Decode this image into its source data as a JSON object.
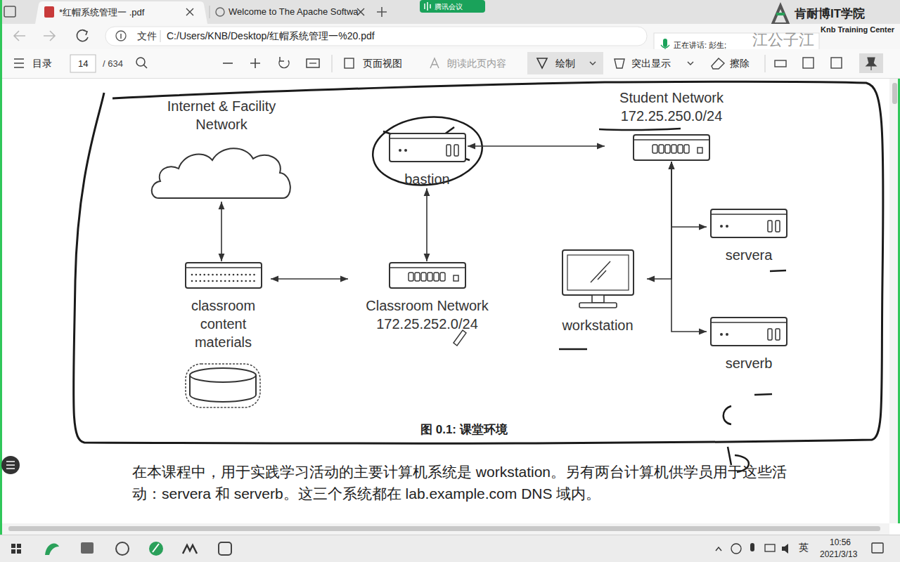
{
  "diagram": {
    "caption": "图 0.1: 课堂环境",
    "nodes": [
      {
        "text": [
          "Internet & Facility Network"
        ]
      },
      {
        "text": [
          "bastion"
        ]
      },
      {
        "text": [
          "Student Network 172.25.250.0/24"
        ]
      },
      {
        "text": [
          "servera"
        ]
      },
      {
        "text": [
          "classroom content materials"
        ]
      },
      {
        "text": [
          "Classroom Network 172.25.252.0/24"
        ]
      },
      {
        "text": [
          "workstation"
        ]
      },
      {
        "text": [
          "serverb"
        ]
      }
    ],
    "edges": [
      {
        "from": 0,
        "to": 4,
        "arrow": "both"
      },
      {
        "from": 4,
        "to": 5,
        "arrow": "both"
      },
      {
        "from": 1,
        "to": 5,
        "arrow": "both"
      },
      {
        "from": 1,
        "to": 2,
        "arrow": "both"
      },
      {
        "from": 2,
        "to": 3,
        "arrow": "both"
      },
      {
        "from": 2,
        "to": 6,
        "arrow": "both"
      },
      {
        "from": 2,
        "to": 7,
        "arrow": "both"
      }
    ],
    "labels": [
      "*红帽系统管理一 .pdf",
      "Welcome to The Apache Softwa",
      "腾讯会议",
      "肯耐博IT学院",
      "Knb Training Center",
      "文件",
      "C:/Users/KNB/Desktop/红帽系统管理一%20.pdf",
      "正在讲话: 彭生;",
      "江公子江",
      "目录",
      "14",
      "/ 634",
      "页面视图",
      "朗读此页内容",
      "绘制",
      "突出显示",
      "擦除",
      "在本课程中，用于实践学习活动的主要计算机系统是 workstation。另有两台计算机供学员用于这些活动：servera 和 serverb。这三个系统都在 lab.example.com DNS 域内。",
      "英",
      "10:56",
      "2021/3/13"
    ]
  }
}
